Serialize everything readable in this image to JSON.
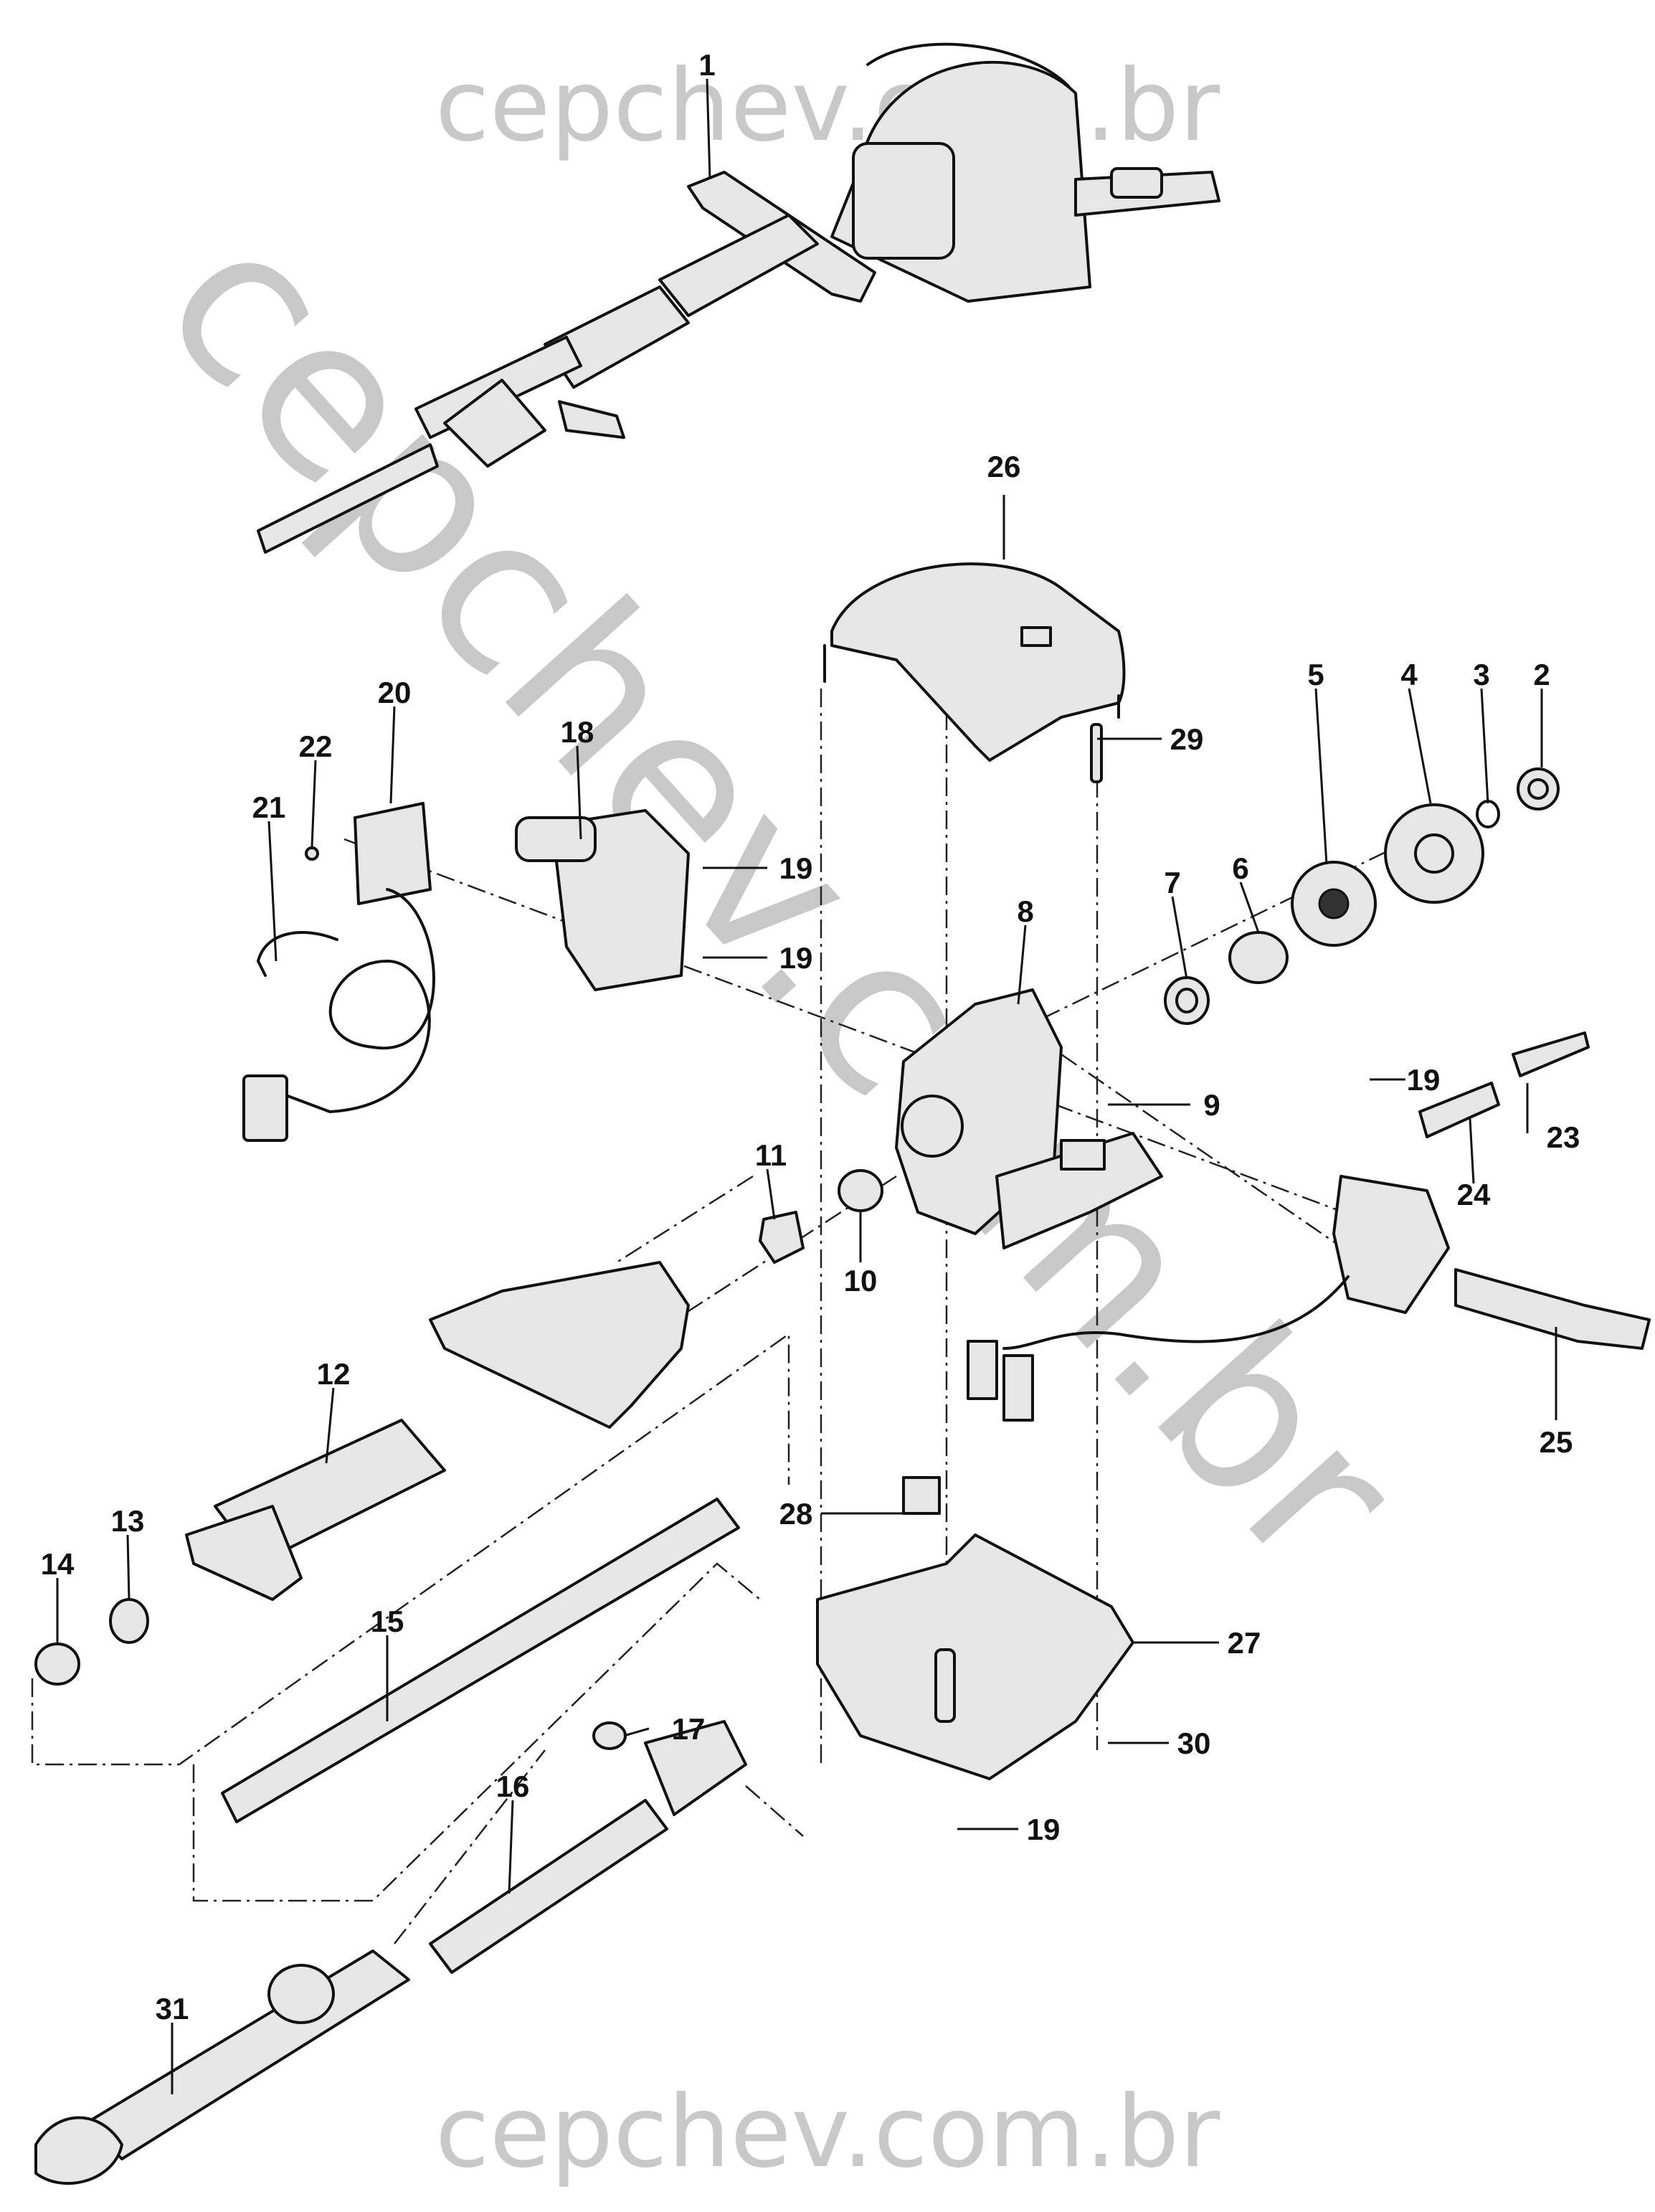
{
  "watermark": {
    "top": "cepchev.com.br",
    "bottom": "cepchev.com.br",
    "diagonal": "cepchev.com.br",
    "color": "#c8c8c8"
  },
  "callouts": [
    "1",
    "2",
    "3",
    "4",
    "5",
    "6",
    "7",
    "8",
    "9",
    "10",
    "11",
    "12",
    "13",
    "14",
    "15",
    "16",
    "17",
    "18",
    "19",
    "19",
    "19",
    "19",
    "20",
    "21",
    "22",
    "23",
    "24",
    "25",
    "26",
    "27",
    "28",
    "29",
    "30",
    "31"
  ],
  "colors": {
    "line": "#111111",
    "fill": "#e6e6e6"
  }
}
